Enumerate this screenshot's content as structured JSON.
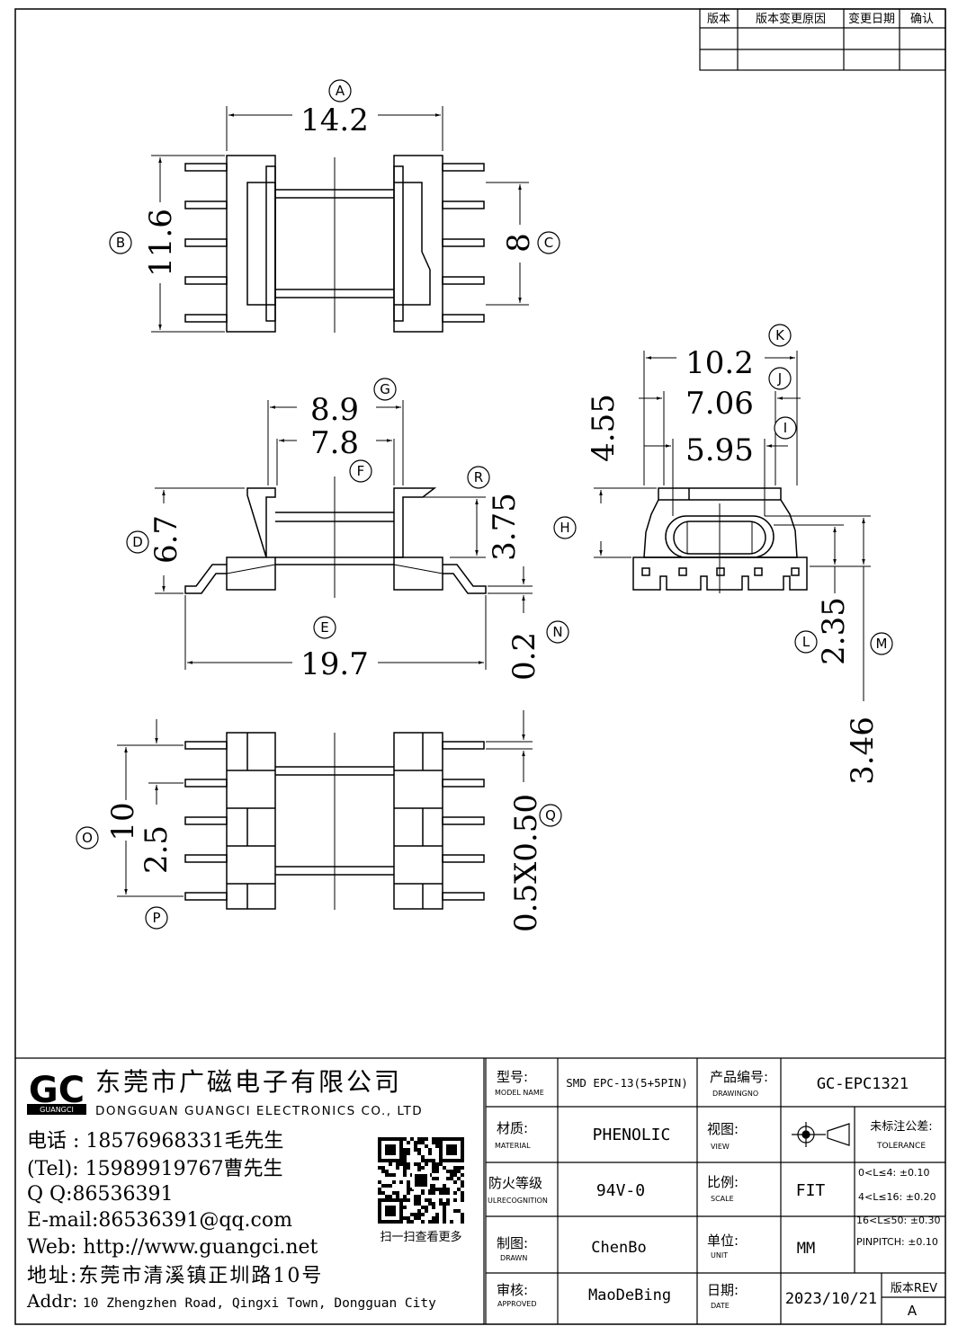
{
  "revision_table": {
    "headers": [
      "版本",
      "版本变更原因",
      "变更日期",
      "确认"
    ]
  },
  "dimensions": {
    "A": "14.2",
    "B": "11.6",
    "C": "8",
    "D": "6.7",
    "E": "19.7",
    "F": "7.8",
    "G": "8.9",
    "H": "4.55",
    "I": "5.95",
    "J": "7.06",
    "K": "10.2",
    "L": "2.35",
    "M": "3.46",
    "N": "0.2",
    "O": "10",
    "P": "2.5",
    "Q": "0.5X0.50",
    "R": "3.75"
  },
  "markers": [
    "A",
    "B",
    "C",
    "D",
    "E",
    "F",
    "G",
    "H",
    "I",
    "J",
    "K",
    "L",
    "M",
    "N",
    "O",
    "P",
    "Q",
    "R"
  ],
  "company": {
    "name_cn": "东莞市广磁电子有限公司",
    "name_en": "DONGGUAN GUANGCI ELECTRONICS CO., LTD",
    "logo_letters": "GC",
    "logo_sub": "GUANGCI",
    "phone": "电话 : 18576968331毛先生",
    "tel": "(Tel): 15989919767曹先生",
    "qq": "Q Q:86536391",
    "email": "E-mail:86536391@qq.com",
    "web": "Web: http://www.guangci.net",
    "address_cn": "地址:东莞市清溪镇正圳路10号",
    "address_en_label": "Addr:",
    "address_en": "10 Zhengzhen Road, Qingxi Town, Dongguan City",
    "qr_caption": "扫一扫查看更多"
  },
  "title_block": {
    "model_label": "型号:",
    "model_label_en": "MODEL NAME",
    "model_value": "SMD EPC-13(5+5PIN)",
    "drawing_no_label": "产品编号:",
    "drawing_no_label_en": "DRAWINGNO",
    "drawing_no_value": "GC-EPC1321",
    "material_label": "材质:",
    "material_label_en": "MATERIAL",
    "material_value": "PHENOLIC",
    "view_label": "视图:",
    "view_label_en": "VIEW",
    "tolerance_label": "未标注公差:",
    "tolerance_label_en": "TOLERANCE",
    "fire_label": "防火等级",
    "fire_label_en": "ULRECOGNITION",
    "fire_value": "94V-0",
    "scale_label": "比例:",
    "scale_label_en": "SCALE",
    "scale_value": "FIT",
    "drawn_label": "制图:",
    "drawn_label_en": "DRAWN",
    "drawn_value": "ChenBo",
    "unit_label": "单位:",
    "unit_label_en": "UNIT",
    "unit_value": "MM",
    "approved_label": "审核:",
    "approved_label_en": "APPROVED",
    "approved_value": "MaoDeBing",
    "date_label": "日期:",
    "date_label_en": "DATE",
    "date_value": "2023/10/21",
    "rev_label": "版本REV",
    "rev_value": "A",
    "tolerances": [
      "0<L≤4: ±0.10",
      "4<L≤16: ±0.20",
      "16<L≤50: ±0.30",
      "PINPITCH: ±0.10"
    ]
  }
}
